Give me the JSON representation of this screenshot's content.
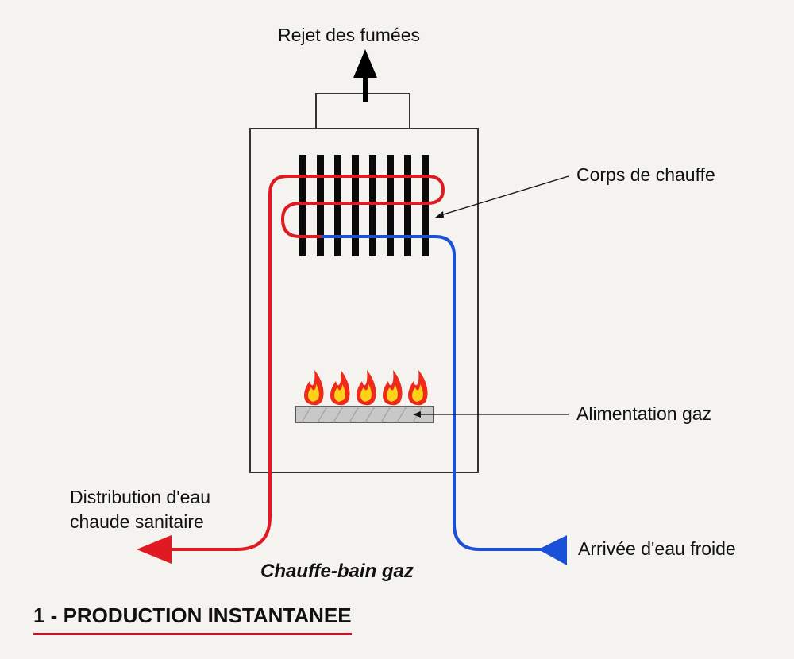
{
  "labels": {
    "flue": "Rejet des fumées",
    "heat_exchanger": "Corps de chauffe",
    "gas_supply": "Alimentation gaz",
    "hot_water_line1": "Distribution d'eau",
    "hot_water_line2": "chaude sanitaire",
    "cold_water": "Arrivée d'eau froide"
  },
  "caption": "Chauffe-bain gaz",
  "heading": "1 - PRODUCTION INSTANTANEE",
  "colors": {
    "hot_pipe": "#e01a22",
    "cold_pipe": "#1a4fd8",
    "outline": "#333333",
    "fins": "#0a0a0a",
    "flame_outer": "#ee2a1a",
    "flame_inner": "#ffd21a",
    "burner": "#c8c8c8",
    "heading_underline": "#d01020"
  },
  "icons": [
    "flame-icon",
    "up-arrow-icon",
    "left-arrow-icon"
  ]
}
